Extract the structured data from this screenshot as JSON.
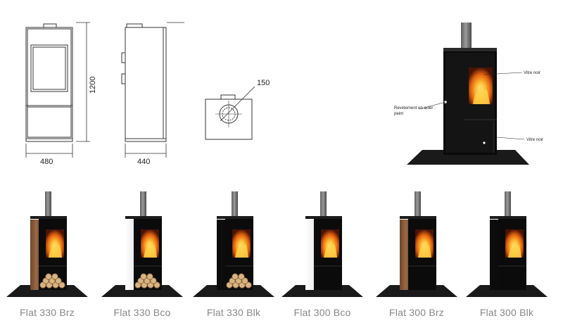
{
  "drawings": {
    "width_label": "480",
    "depth_label": "440",
    "height_label": "1200",
    "flue_label": "150"
  },
  "render": {
    "callout_glass_top": "Vitre noir",
    "callout_cladding_line1": "Revetement en acier",
    "callout_cladding_line2": "peint",
    "callout_glass_bottom": "Vitre noir"
  },
  "models": [
    {
      "name": "Flat 330 Brz",
      "panel_color": "#8a5a3a",
      "has_logs": true
    },
    {
      "name": "Flat 330 Bco",
      "panel_color": "#f4f4f4",
      "has_logs": true
    },
    {
      "name": "Flat 330 Blk",
      "panel_color": "#0c0c0c",
      "has_logs": true
    },
    {
      "name": "Flat 300 Bco",
      "panel_color": "#f4f4f4",
      "has_logs": false
    },
    {
      "name": "Flat 300 Brz",
      "panel_color": "#8a5a3a",
      "has_logs": false
    },
    {
      "name": "Flat 300 Blk",
      "panel_color": "#0c0c0c",
      "has_logs": false
    }
  ],
  "colors": {
    "line": "#333333",
    "floor_plate": "#1a1a1a",
    "flue": "#7a7a7a",
    "fire_core": "#ffcc33",
    "fire_mid": "#f08a1c",
    "fire_edge": "#8a2a08"
  }
}
